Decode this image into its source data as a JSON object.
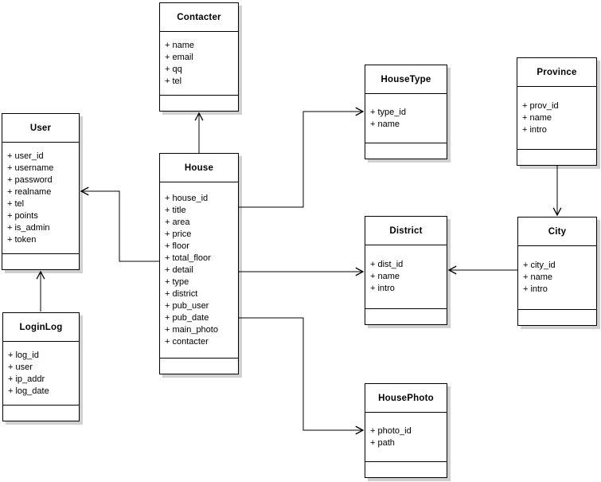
{
  "diagram": {
    "type": "uml-class-diagram",
    "entities": [
      {
        "id": "contacter",
        "name": "Contacter",
        "attributes": [
          "+ name",
          "+ email",
          "+ qq",
          "+ tel"
        ]
      },
      {
        "id": "user",
        "name": "User",
        "attributes": [
          "+ user_id",
          "+ username",
          "+ password",
          "+ realname",
          "+ tel",
          "+ points",
          "+ is_admin",
          "+ token"
        ]
      },
      {
        "id": "house",
        "name": "House",
        "attributes": [
          "+ house_id",
          "+ title",
          "+ area",
          "+ price",
          "+ floor",
          "+ total_floor",
          "+ detail",
          "+ type",
          "+ district",
          "+ pub_user",
          "+ pub_date",
          "+ main_photo",
          "+ contacter"
        ]
      },
      {
        "id": "housetype",
        "name": "HouseType",
        "attributes": [
          "+ type_id",
          "+ name"
        ]
      },
      {
        "id": "province",
        "name": "Province",
        "attributes": [
          "+ prov_id",
          "+ name",
          "+ intro"
        ]
      },
      {
        "id": "district",
        "name": "District",
        "attributes": [
          "+ dist_id",
          "+ name",
          "+ intro"
        ]
      },
      {
        "id": "city",
        "name": "City",
        "attributes": [
          "+ city_id",
          "+ name",
          "+ intro"
        ]
      },
      {
        "id": "loginlog",
        "name": "LoginLog",
        "attributes": [
          "+ log_id",
          "+ user",
          "+ ip_addr",
          "+ log_date"
        ]
      },
      {
        "id": "housephoto",
        "name": "HousePhoto",
        "attributes": [
          "+ photo_id",
          "+ path"
        ]
      }
    ],
    "relations": [
      {
        "from": "House",
        "to": "Contacter",
        "arrow": "open-v"
      },
      {
        "from": "House",
        "to": "User",
        "arrow": "open-v"
      },
      {
        "from": "House",
        "to": "HouseType",
        "arrow": "open-v"
      },
      {
        "from": "House",
        "to": "District",
        "arrow": "open-v"
      },
      {
        "from": "House",
        "to": "HousePhoto",
        "arrow": "open-v"
      },
      {
        "from": "LoginLog",
        "to": "User",
        "arrow": "open-v"
      },
      {
        "from": "Province",
        "to": "City",
        "arrow": "open-v"
      },
      {
        "from": "City",
        "to": "District",
        "arrow": "open-v"
      }
    ],
    "colors": {
      "background": "#ffffff",
      "box_fill": "#ffffff",
      "border": "#000000",
      "text": "#000000",
      "shadow": "#d0d0d0"
    }
  }
}
